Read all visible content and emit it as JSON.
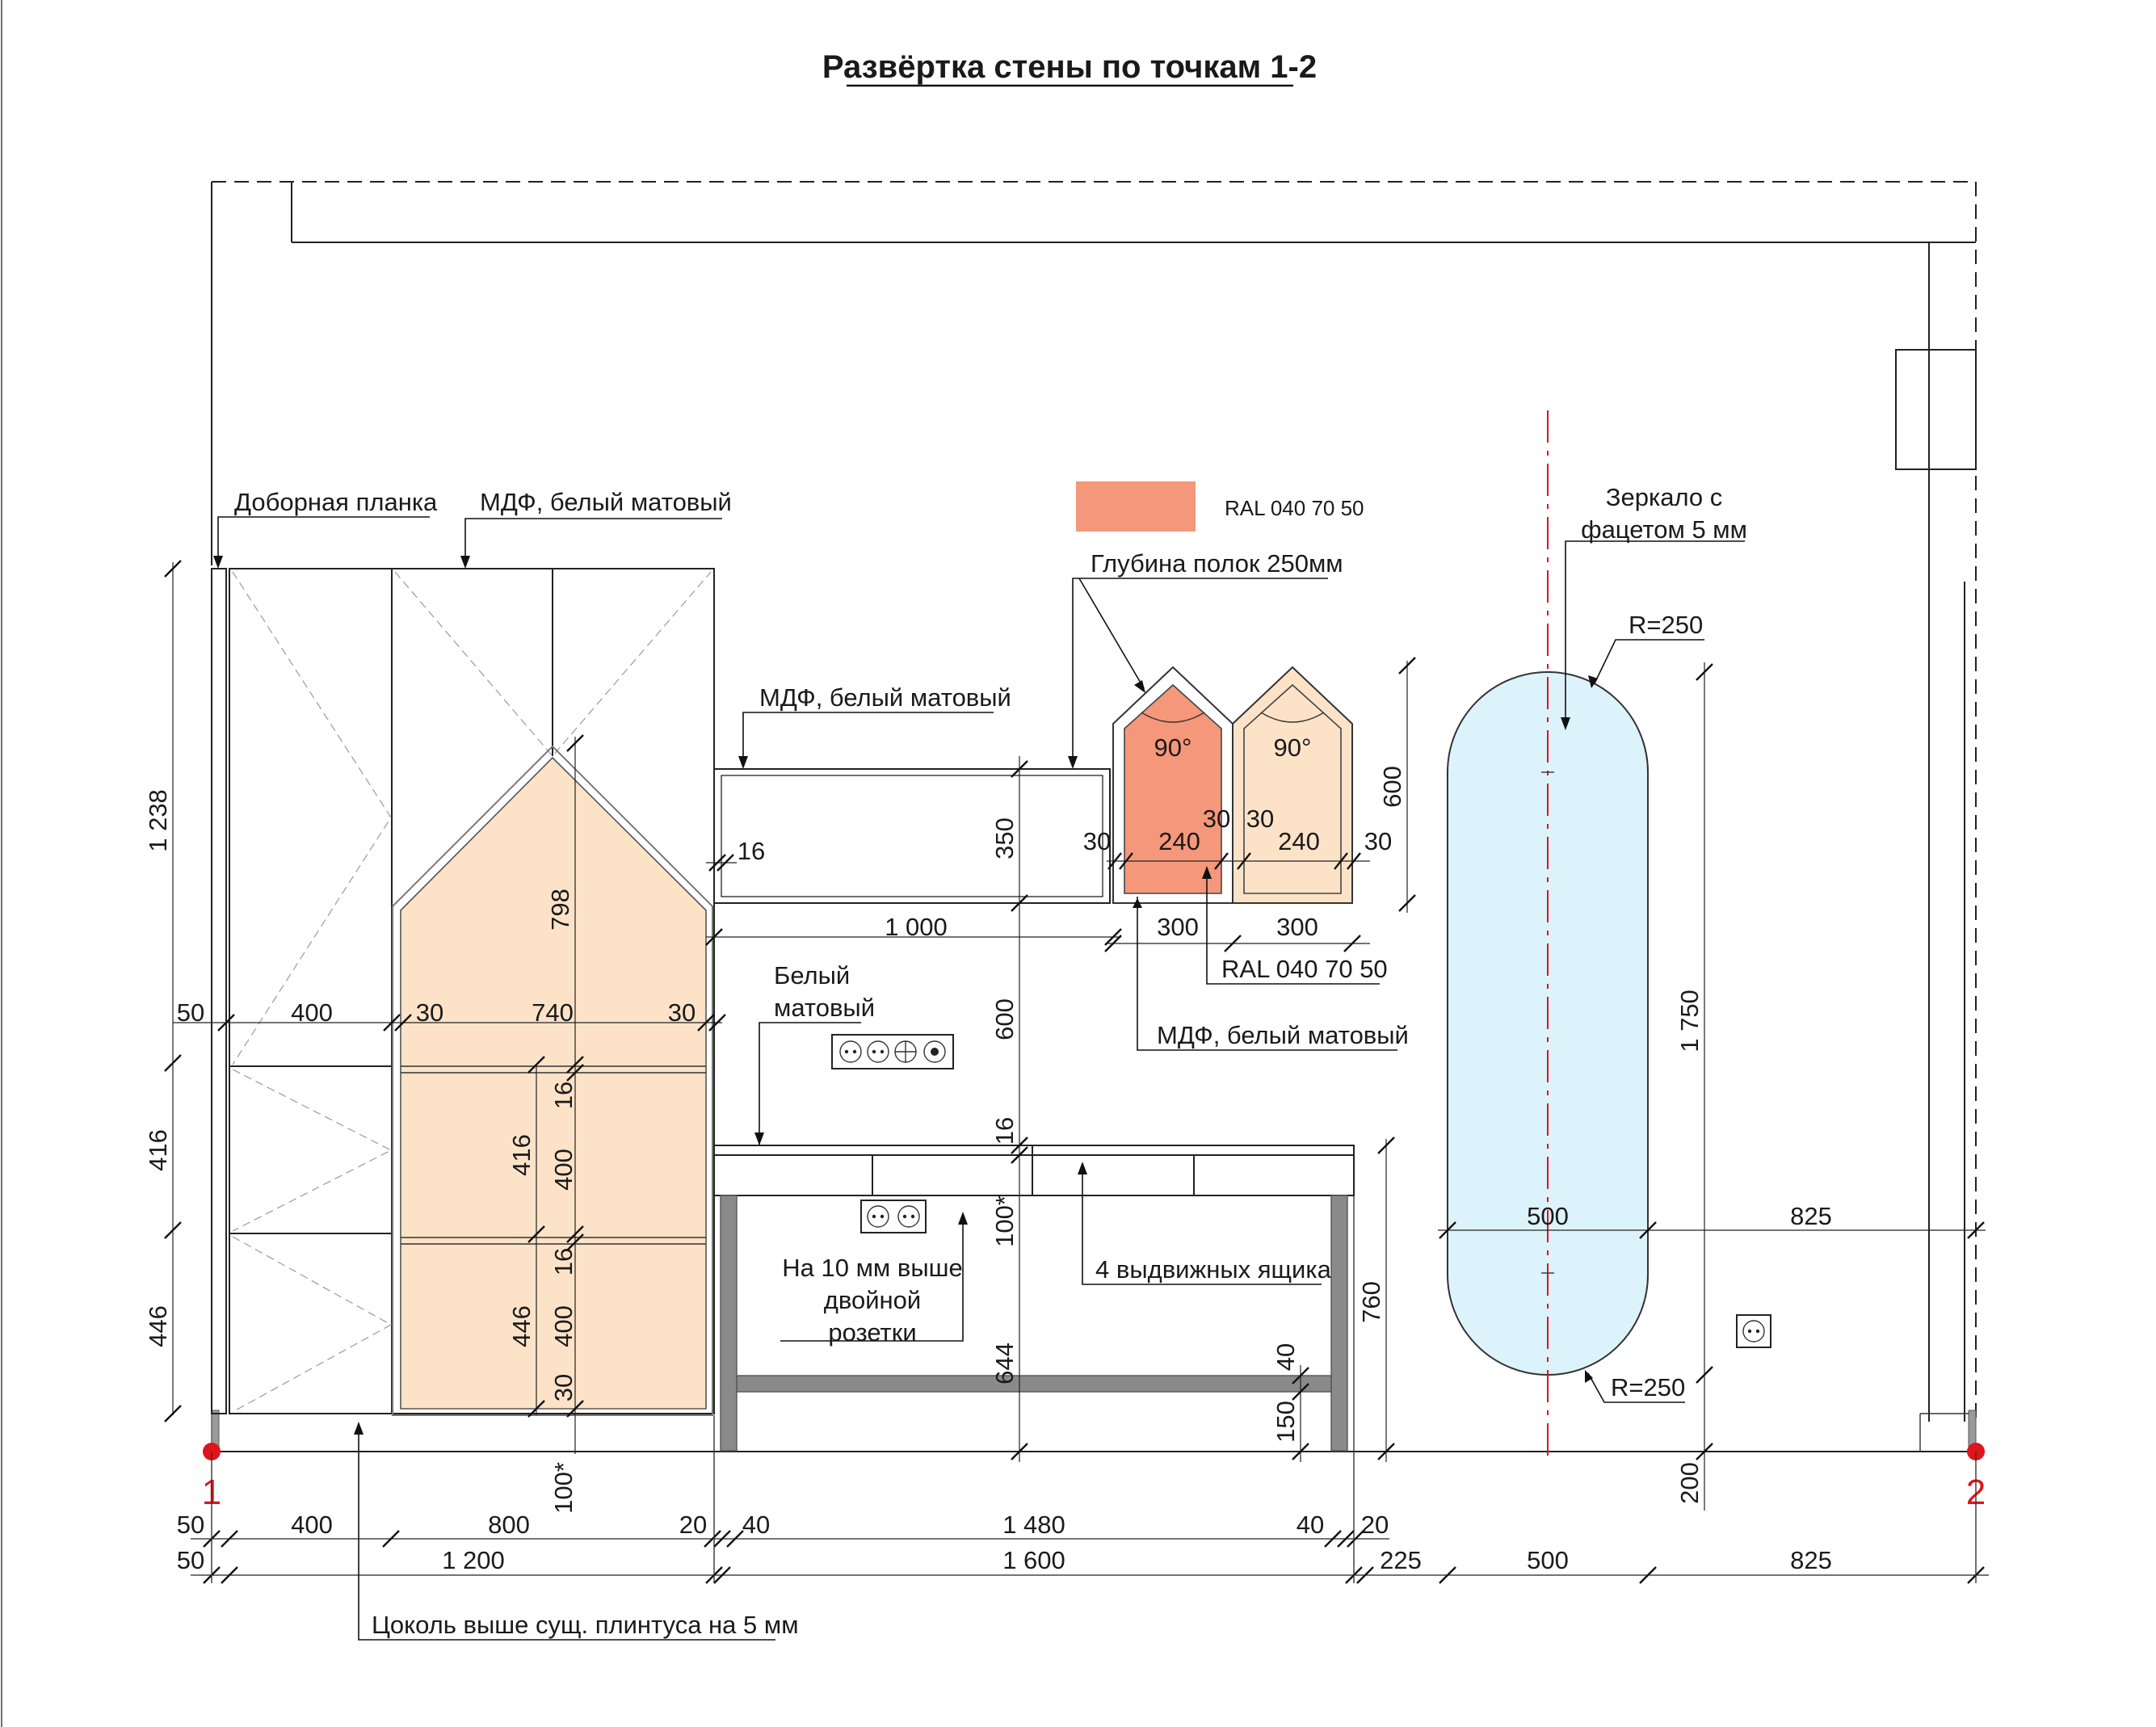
{
  "title": "Развёртка стены по точкам 1-2",
  "colors": {
    "peach": "#FCE3C8",
    "salmon": "#F5977A",
    "mirror": "#DDF3FC",
    "point": "#E0141B"
  },
  "points": {
    "p1": "1",
    "p2": "2"
  },
  "labels": {
    "dobornaya": "Доборная планка",
    "mdf_top": "МДФ, белый матовый",
    "mdf_shelf": "МДФ, белый матовый",
    "ral_swatch": "RAL 040 70 50",
    "shelf_depth": "Глубина полок 250мм",
    "mirror_line1": "Зеркало с",
    "mirror_line2": "фацетом 5 мм",
    "r_top": "R=250",
    "r_bottom": "R=250",
    "white_line1": "Белый",
    "white_line2": "матовый",
    "ral_lower": "RAL 040 70 50",
    "mdf_lower": "МДФ, белый матовый",
    "socket_line1": "На 10 мм выше",
    "socket_line2": "двойной",
    "socket_line3": "розетки",
    "drawers": "4 выдвижных ящика",
    "plinth": "Цоколь выше сущ. плинтуса на 5 мм",
    "angle_1": "90°",
    "angle_2": "90°"
  },
  "dims": {
    "v_1238": "1 238",
    "v_416_left": "416",
    "v_446_left": "446",
    "v_798": "798",
    "v_16_a": "16",
    "v_400_a": "400",
    "v_416_inner": "416",
    "v_16_b": "16",
    "v_400_b": "400",
    "v_446_inner": "446",
    "v_30_bottom": "30",
    "v_100_left": "100*",
    "v_350": "350",
    "v_600": "600",
    "v_16_c": "16",
    "v_100_mid": "100*",
    "v_644": "644",
    "v_40": "40",
    "v_150": "150",
    "v_760": "760",
    "v_600_shelf": "600",
    "v_1750": "1 750",
    "v_200": "200",
    "h_50": "50",
    "h_400": "400",
    "h_30_a": "30",
    "h_740": "740",
    "h_30_b": "30",
    "h_16": "16",
    "h_30_c": "30",
    "h_240_a": "240",
    "h_30_d": "30",
    "h_30_e": "30",
    "h_240_b": "240",
    "h_30_f": "30",
    "h_1000": "1 000",
    "h_300_a": "300",
    "h_300_b": "300",
    "h_500_mid": "500",
    "h_825_mid": "825",
    "b1_50": "50",
    "b1_400": "400",
    "b1_800": "800",
    "b1_20_a": "20",
    "b1_40_a": "40",
    "b1_1480": "1 480",
    "b1_40_b": "40",
    "b1_20_b": "20",
    "b2_50": "50",
    "b2_1200": "1 200",
    "b2_1600": "1 600",
    "b2_225": "225",
    "b2_500": "500",
    "b2_825": "825"
  }
}
